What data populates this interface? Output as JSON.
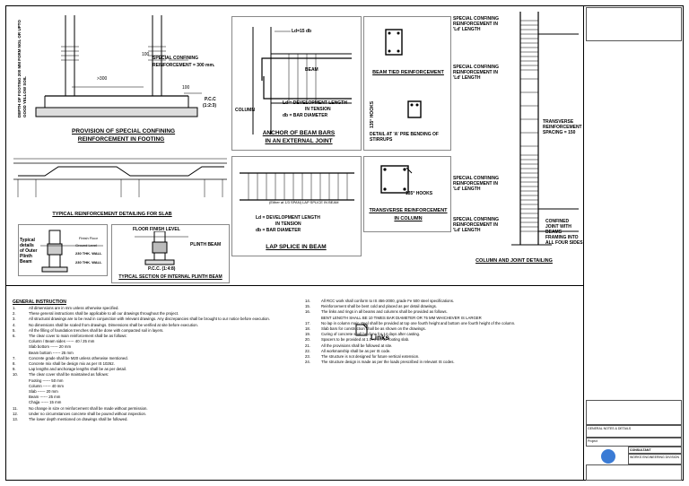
{
  "footing": {
    "title1": "PROVISION OF SPECIAL CONFINING",
    "title2": "REINFORCEMENT IN FOOTING",
    "depth_label": "DEPTH OF FOOTING 200 MM FORM NGL OR UPTO GOOD YELLOW SOIL",
    "special_conf": "SPECIAL CONFINING",
    "special_conf2": "REINFORCEMENT = 300 mm.",
    "dim_300": ">300",
    "dim_100a": "100",
    "dim_100b": "100",
    "pcc": "P.C.C",
    "pcc_ratio": "(1:2:3)"
  },
  "anchor": {
    "title1": "ANCHOR OF BEAM BARS",
    "title2": "IN AN EXTERNAL JOINT",
    "ld_top": "Ld=15 db",
    "beam": "BEAM",
    "column": "COLUMN",
    "ld_def1": "Ld =   DEVELOPMENT LENGTH",
    "ld_def2": "IN TENSION",
    "db_def": "db =   BAR DIAMETER"
  },
  "beam_tied": {
    "title": "BEAM TIED REINFORCEMENT",
    "detail": "DETAIL AT 'A' PRE BENDING OF STIRRUPS",
    "hooks": "135° HOOKS"
  },
  "slab": {
    "title": "TYPICAL REINFORCEMENT DETAILING FOR SLAB"
  },
  "lap": {
    "title": "LAP SPLICE IN BEAM",
    "top": "(Either at 1/3 SPAN) LAP SPLICE IN BEAM",
    "ld1": "Ld =   DEVELOPMENT LENGTH",
    "ld2": "IN TENSION",
    "db": "db = BAR DIAMETER"
  },
  "transverse": {
    "title1": "TRANSVERSE REINFORCEMENT",
    "title2": "IN COLUMN",
    "hooks": "135° HOOKS"
  },
  "plinth": {
    "typical": "Typical details of Outer Plinth Beam",
    "finish": "Finish Floor",
    "ground": "Ground Level",
    "wall1": "230 THK. WALL",
    "wall2": "230 THK. WALL",
    "floor": "FLOOR FINISH LEVEL",
    "plinth_beam": "PLINTH BEAM",
    "pcc": "P.C.C. (1:4:8)",
    "title": "TYPICAL SECTION OF INTERNAL PLINTH BEAM"
  },
  "column": {
    "title": "COLUMN AND JOINT DETAILING",
    "sc1": "SPECIAL CONFINING REINFORCEMENT IN 'Ld' LENGTH",
    "sc2": "SPECIAL CONFINING REINFORCEMENT IN 'Ld' LENGTH",
    "sc3": "SPECIAL CONFINING REINFORCEMENT IN 'Ld' LENGTH",
    "sc4": "SPECIAL CONFINING REINFORCEMENT IN 'Ld' LENGTH",
    "trans": "TRANSVERSE REINFORCEMENT SPACING = 150",
    "confined": "CONFINED JOINT WITH BEAMS FRAMING INTO ALL FOUR SIDES"
  },
  "notes_title": "GENERAL INSTRUCTION",
  "notes_left": [
    {
      "n": "1.",
      "t": "All dimensions are in mm unless otherwise specified."
    },
    {
      "n": "2.",
      "t": "These general instructions shall be applicable to all our drawings throughout the project."
    },
    {
      "n": "3.",
      "t": "All structural drawings are to be read in conjunction with relevant drawings. Any discrepancies shall be brought to our notice before execution."
    },
    {
      "n": "4.",
      "t": "No dimensions shall be scaled from drawings. Dimensions shall be verified at site before execution."
    },
    {
      "n": "5.",
      "t": "All the filling of foundation trenches shall be done with compacted soil in layers."
    },
    {
      "n": "6.",
      "t": "The clear cover to main reinforcement shall be as follows:"
    },
    {
      "n": "",
      "t": "Column / Beam sides ------ 40 / 25 mm"
    },
    {
      "n": "",
      "t": "Slab bottom ------ 20 mm"
    },
    {
      "n": "",
      "t": "Beam bottom ------ 25 mm"
    },
    {
      "n": "7.",
      "t": "Concrete grade shall be M20 unless otherwise mentioned."
    },
    {
      "n": "8.",
      "t": "Concrete mix shall be design mix as per IS 10262."
    },
    {
      "n": "9.",
      "t": "Lap lengths and anchorage lengths shall be as per detail."
    },
    {
      "n": "10.",
      "t": "The clear cover shall be maintained as follows:"
    },
    {
      "n": "",
      "t": "Footing ------ 50 mm"
    },
    {
      "n": "",
      "t": "Column ------ 40 mm"
    },
    {
      "n": "",
      "t": "Slab ------ 20 mm"
    },
    {
      "n": "",
      "t": "Beam ------ 25 mm"
    },
    {
      "n": "",
      "t": "Chajja ------ 15 mm"
    },
    {
      "n": "11.",
      "t": "No change in size or reinforcement shall be made without permission."
    },
    {
      "n": "12.",
      "t": "Under no circumstances concrete shall be poured without inspection."
    },
    {
      "n": "13.",
      "t": "The lower depth mentioned on drawings shall be followed."
    }
  ],
  "notes_right": [
    {
      "n": "14.",
      "t": "All RCC work shall conform to IS 456-2000, grade Fe 500 steel specifications."
    },
    {
      "n": "15.",
      "t": "Reinforcement shall be bent cold and placed as per detail drawings."
    },
    {
      "n": "16.",
      "t": "The links and rings in all beams and columns shall be provided as follows."
    },
    {
      "n": "",
      "t": "BENT LENGTH SHALL BE 10 TIMES BAR DIAMETER OR 75 MM WHICHEVER IS LARGER"
    },
    {
      "n": "17.",
      "t": "No lap in column main steel shall be provided at top one fourth height and bottom one fourth height of the column."
    },
    {
      "n": "18.",
      "t": "Slab bars for construction shall be as shown on the drawings."
    },
    {
      "n": "19.",
      "t": "Curing of concrete shall be done for 14 days after casting."
    },
    {
      "n": "20.",
      "t": "Spacers to be provided at 1.0 m c/c for footing slab."
    },
    {
      "n": "21.",
      "t": "All the provisions shall be followed at site."
    },
    {
      "n": "22.",
      "t": "All workmanship shall be as per IS code."
    },
    {
      "n": "23.",
      "t": "The structure is not designed for future vertical extension."
    },
    {
      "n": "24.",
      "t": "The structure design is made as per the loads prescribed in relevant IS codes."
    }
  ],
  "links_label": "Links",
  "titleblock": {
    "company": "CONSULTANT",
    "client": "WORKS ENGINEERING DIVISION",
    "project": "Project",
    "drawing": "GENERAL NOTES & DETAILS"
  }
}
